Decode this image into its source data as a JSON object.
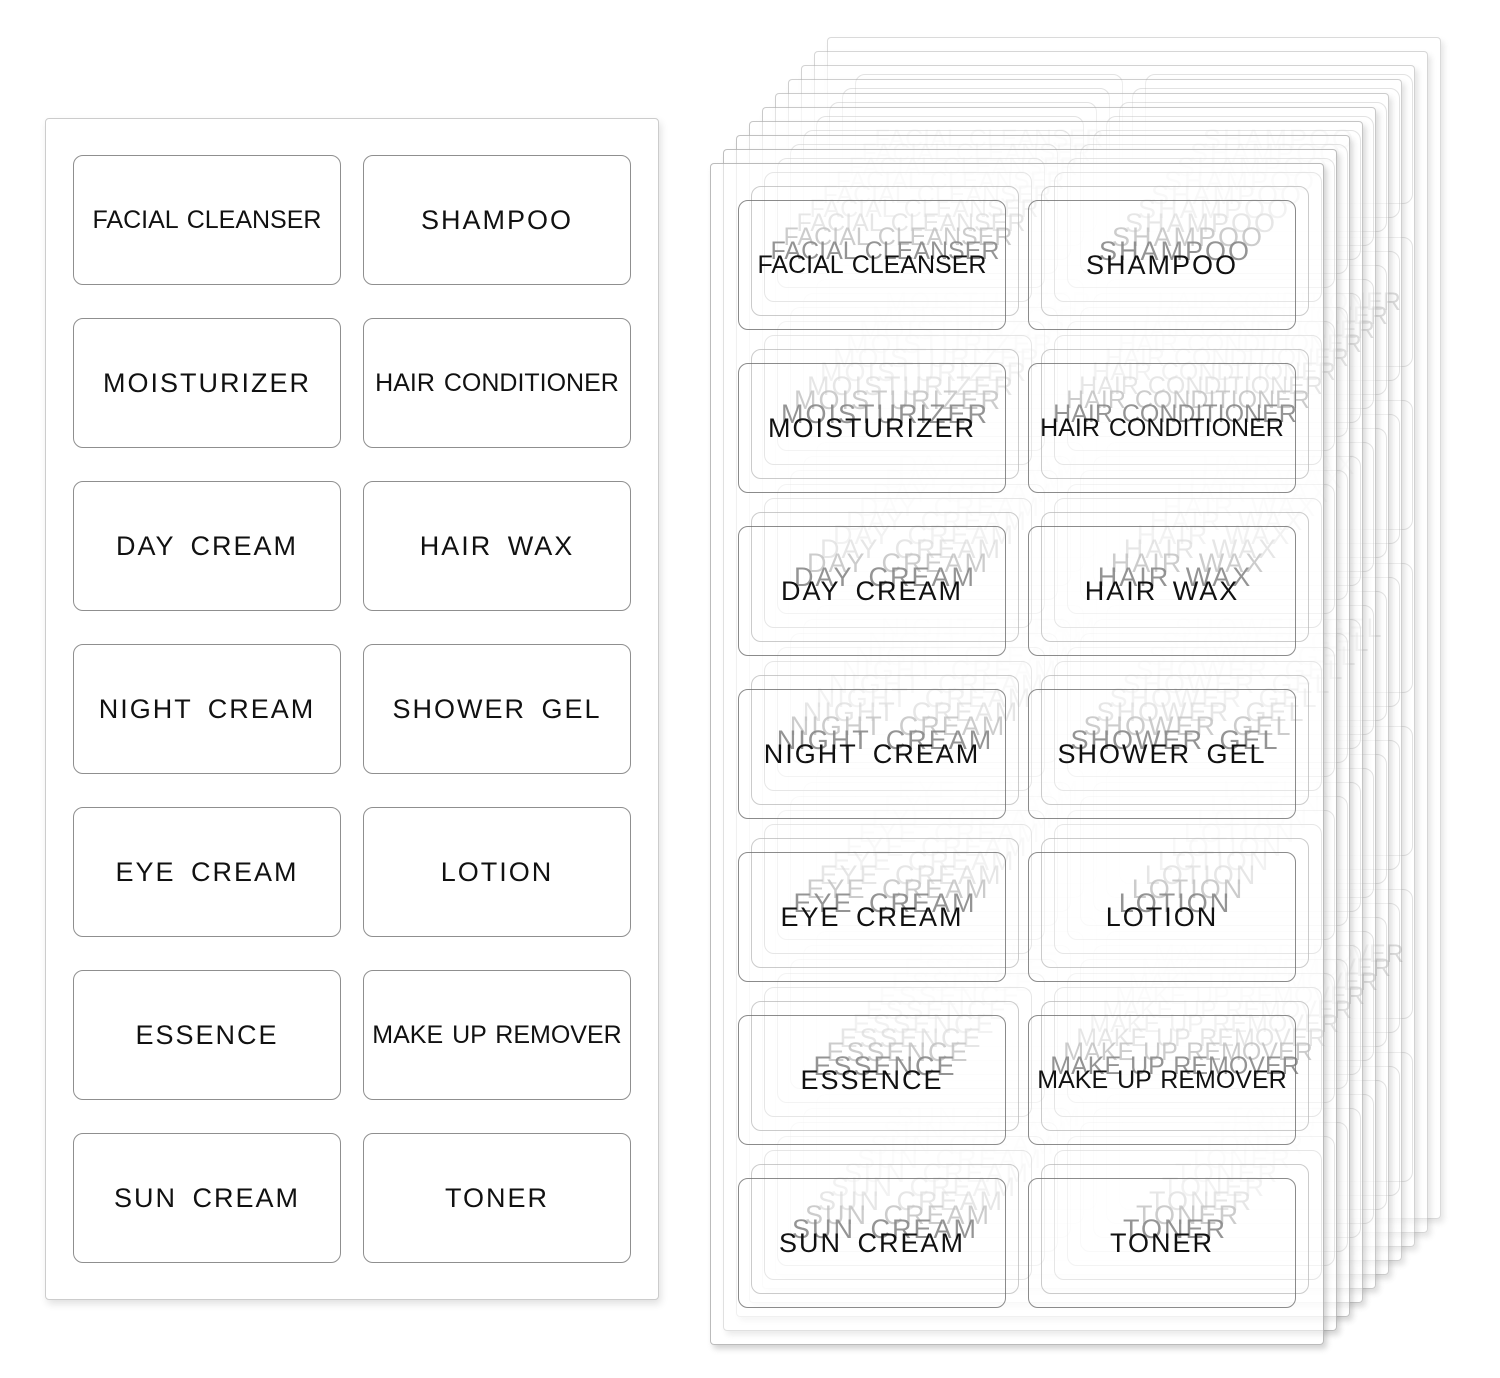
{
  "labels": [
    "FACIAL CLEANSER",
    "SHAMPOO",
    "MOISTURIZER",
    "HAIR CONDITIONER",
    "DAY CREAM",
    "HAIR WAX",
    "NIGHT CREAM",
    "SHOWER GEL",
    "EYE CREAM",
    "LOTION",
    "ESSENCE",
    "MAKE UP REMOVER",
    "SUN CREAM",
    "TONER"
  ],
  "grid": {
    "columns": 2,
    "rows": 7
  },
  "stack": {
    "sheet_count": 10
  },
  "colors": {
    "background": "#ffffff",
    "label_text": "#111111",
    "label_border": "#8f8f8f",
    "sheet_border": "#cccccc",
    "ghost_text_first": "#999999"
  }
}
